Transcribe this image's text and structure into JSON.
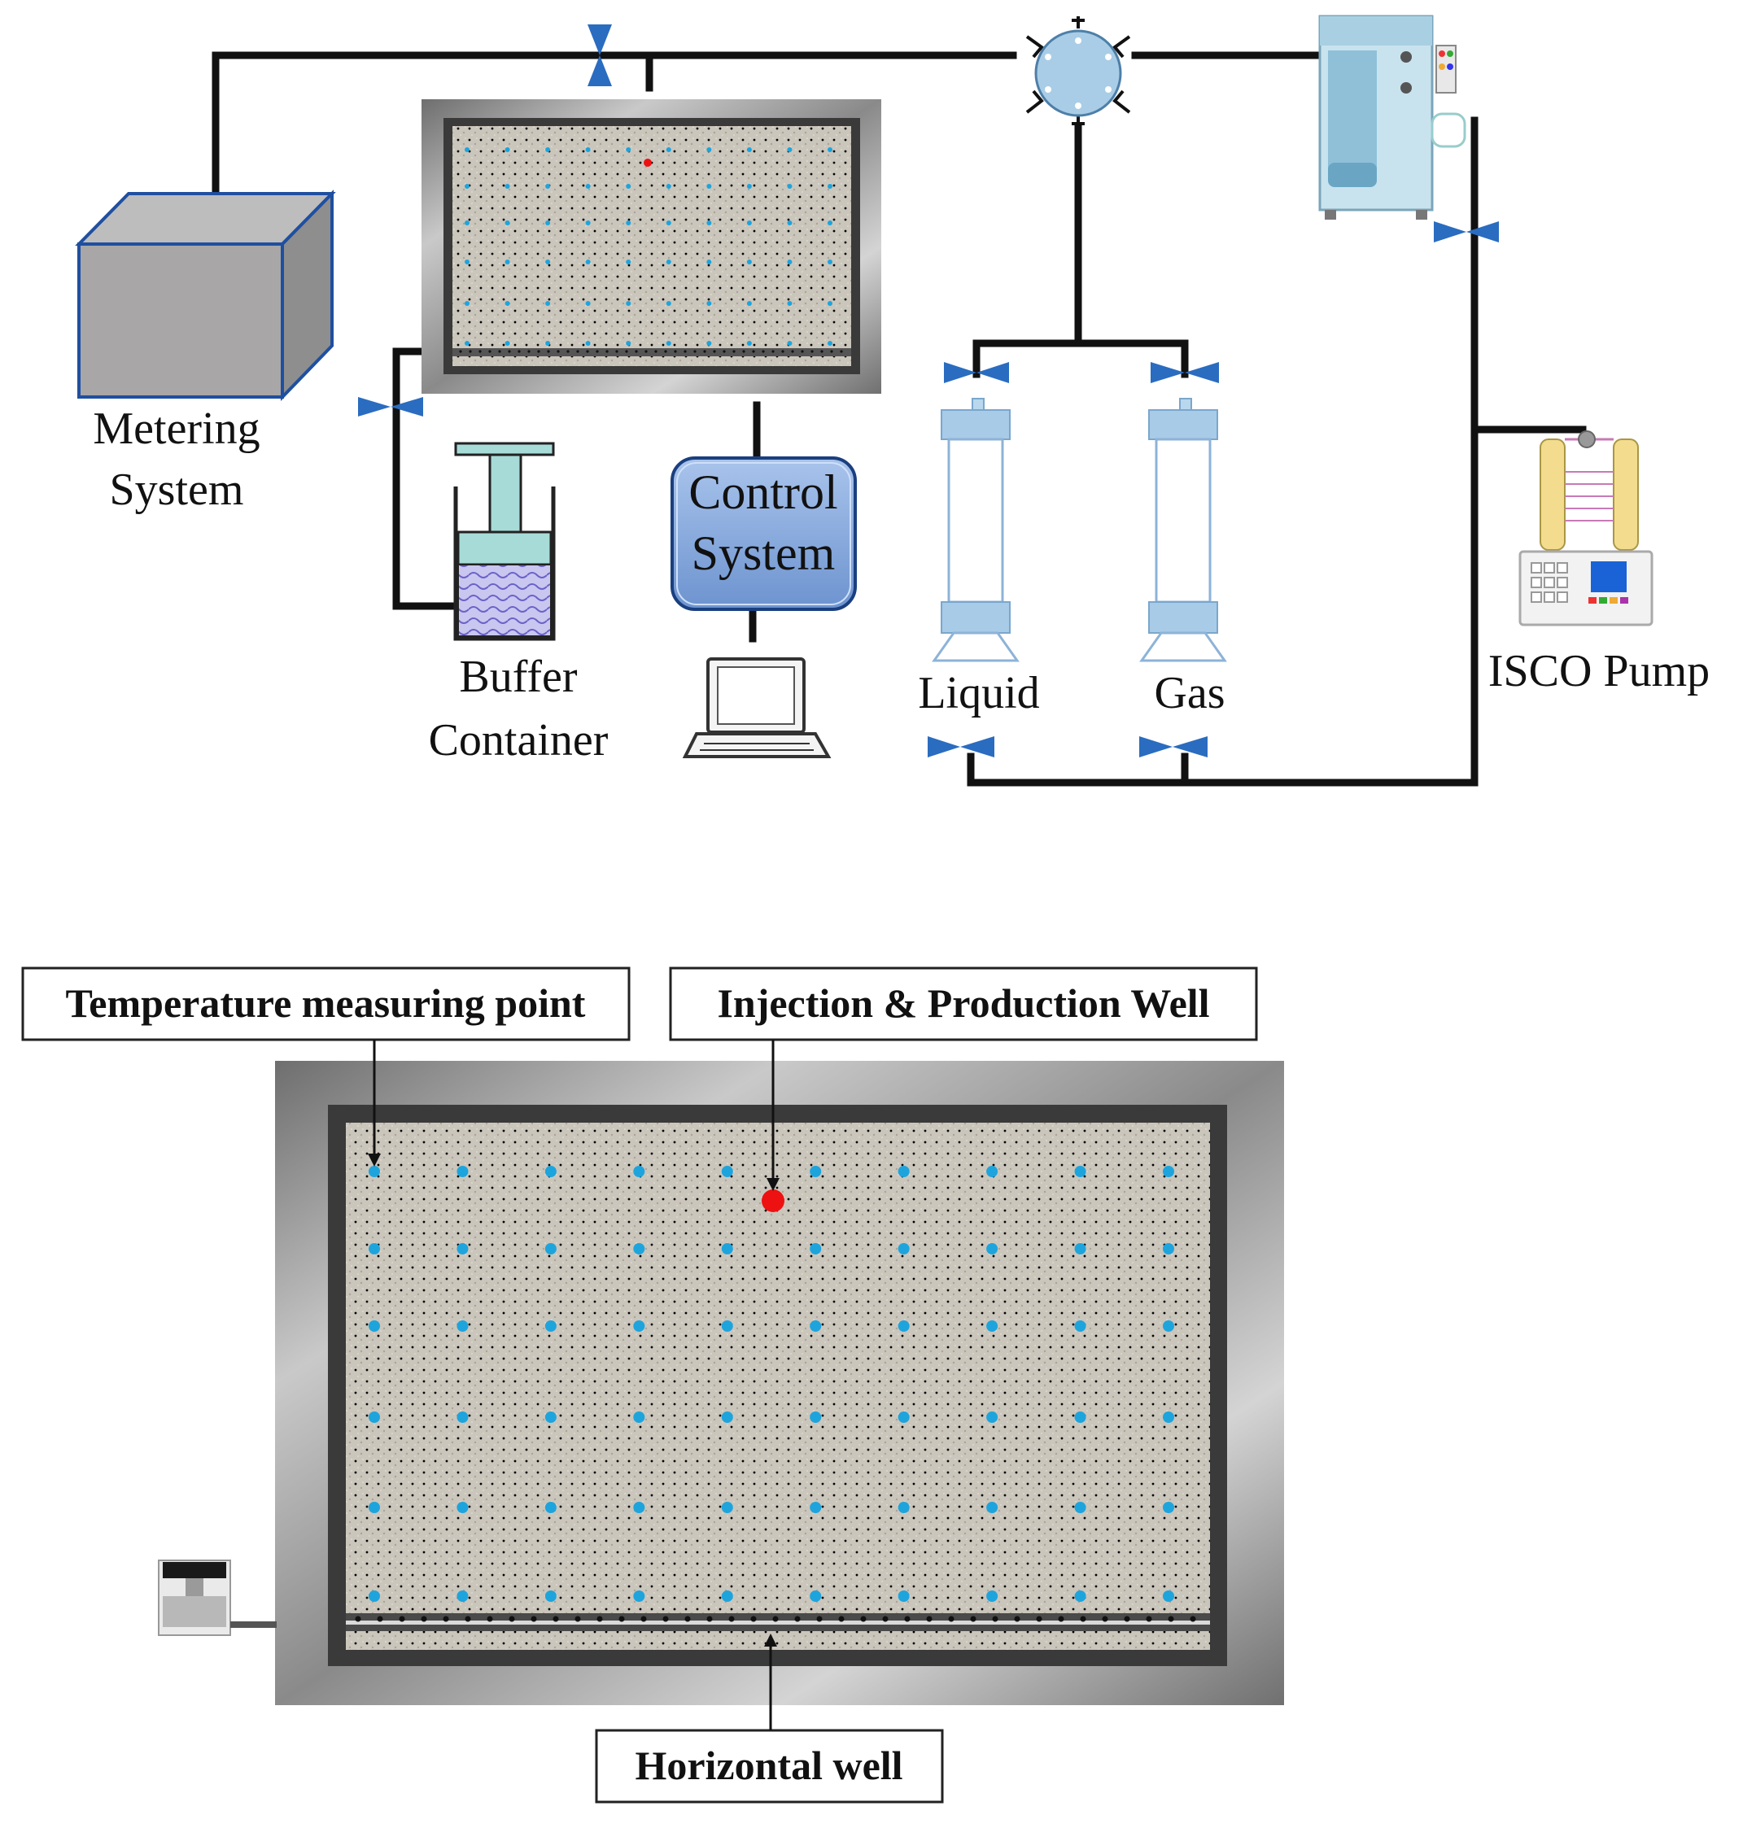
{
  "labels": {
    "metering_l1": "Metering",
    "metering_l2": "System",
    "control_l1": "Control",
    "control_l2": "System",
    "buffer_l1": "Buffer",
    "buffer_l2": "Container",
    "liquid": "Liquid",
    "gas": "Gas",
    "isco": "ISCO Pump"
  },
  "callouts": {
    "temperature": "Temperature measuring point",
    "injection": "Injection  &  Production Well",
    "horizontal": "Horizontal well"
  },
  "colors": {
    "pipe": "#111111",
    "valve": "#2a6cc0",
    "sensor_dot": "#1ea4dc",
    "well_dot": "#ee1111",
    "sand": "#c9c4ba",
    "steel": "#9a9a9a",
    "control_box": "#7fa6dc"
  },
  "grid": {
    "rows": 6,
    "cols": 10
  }
}
